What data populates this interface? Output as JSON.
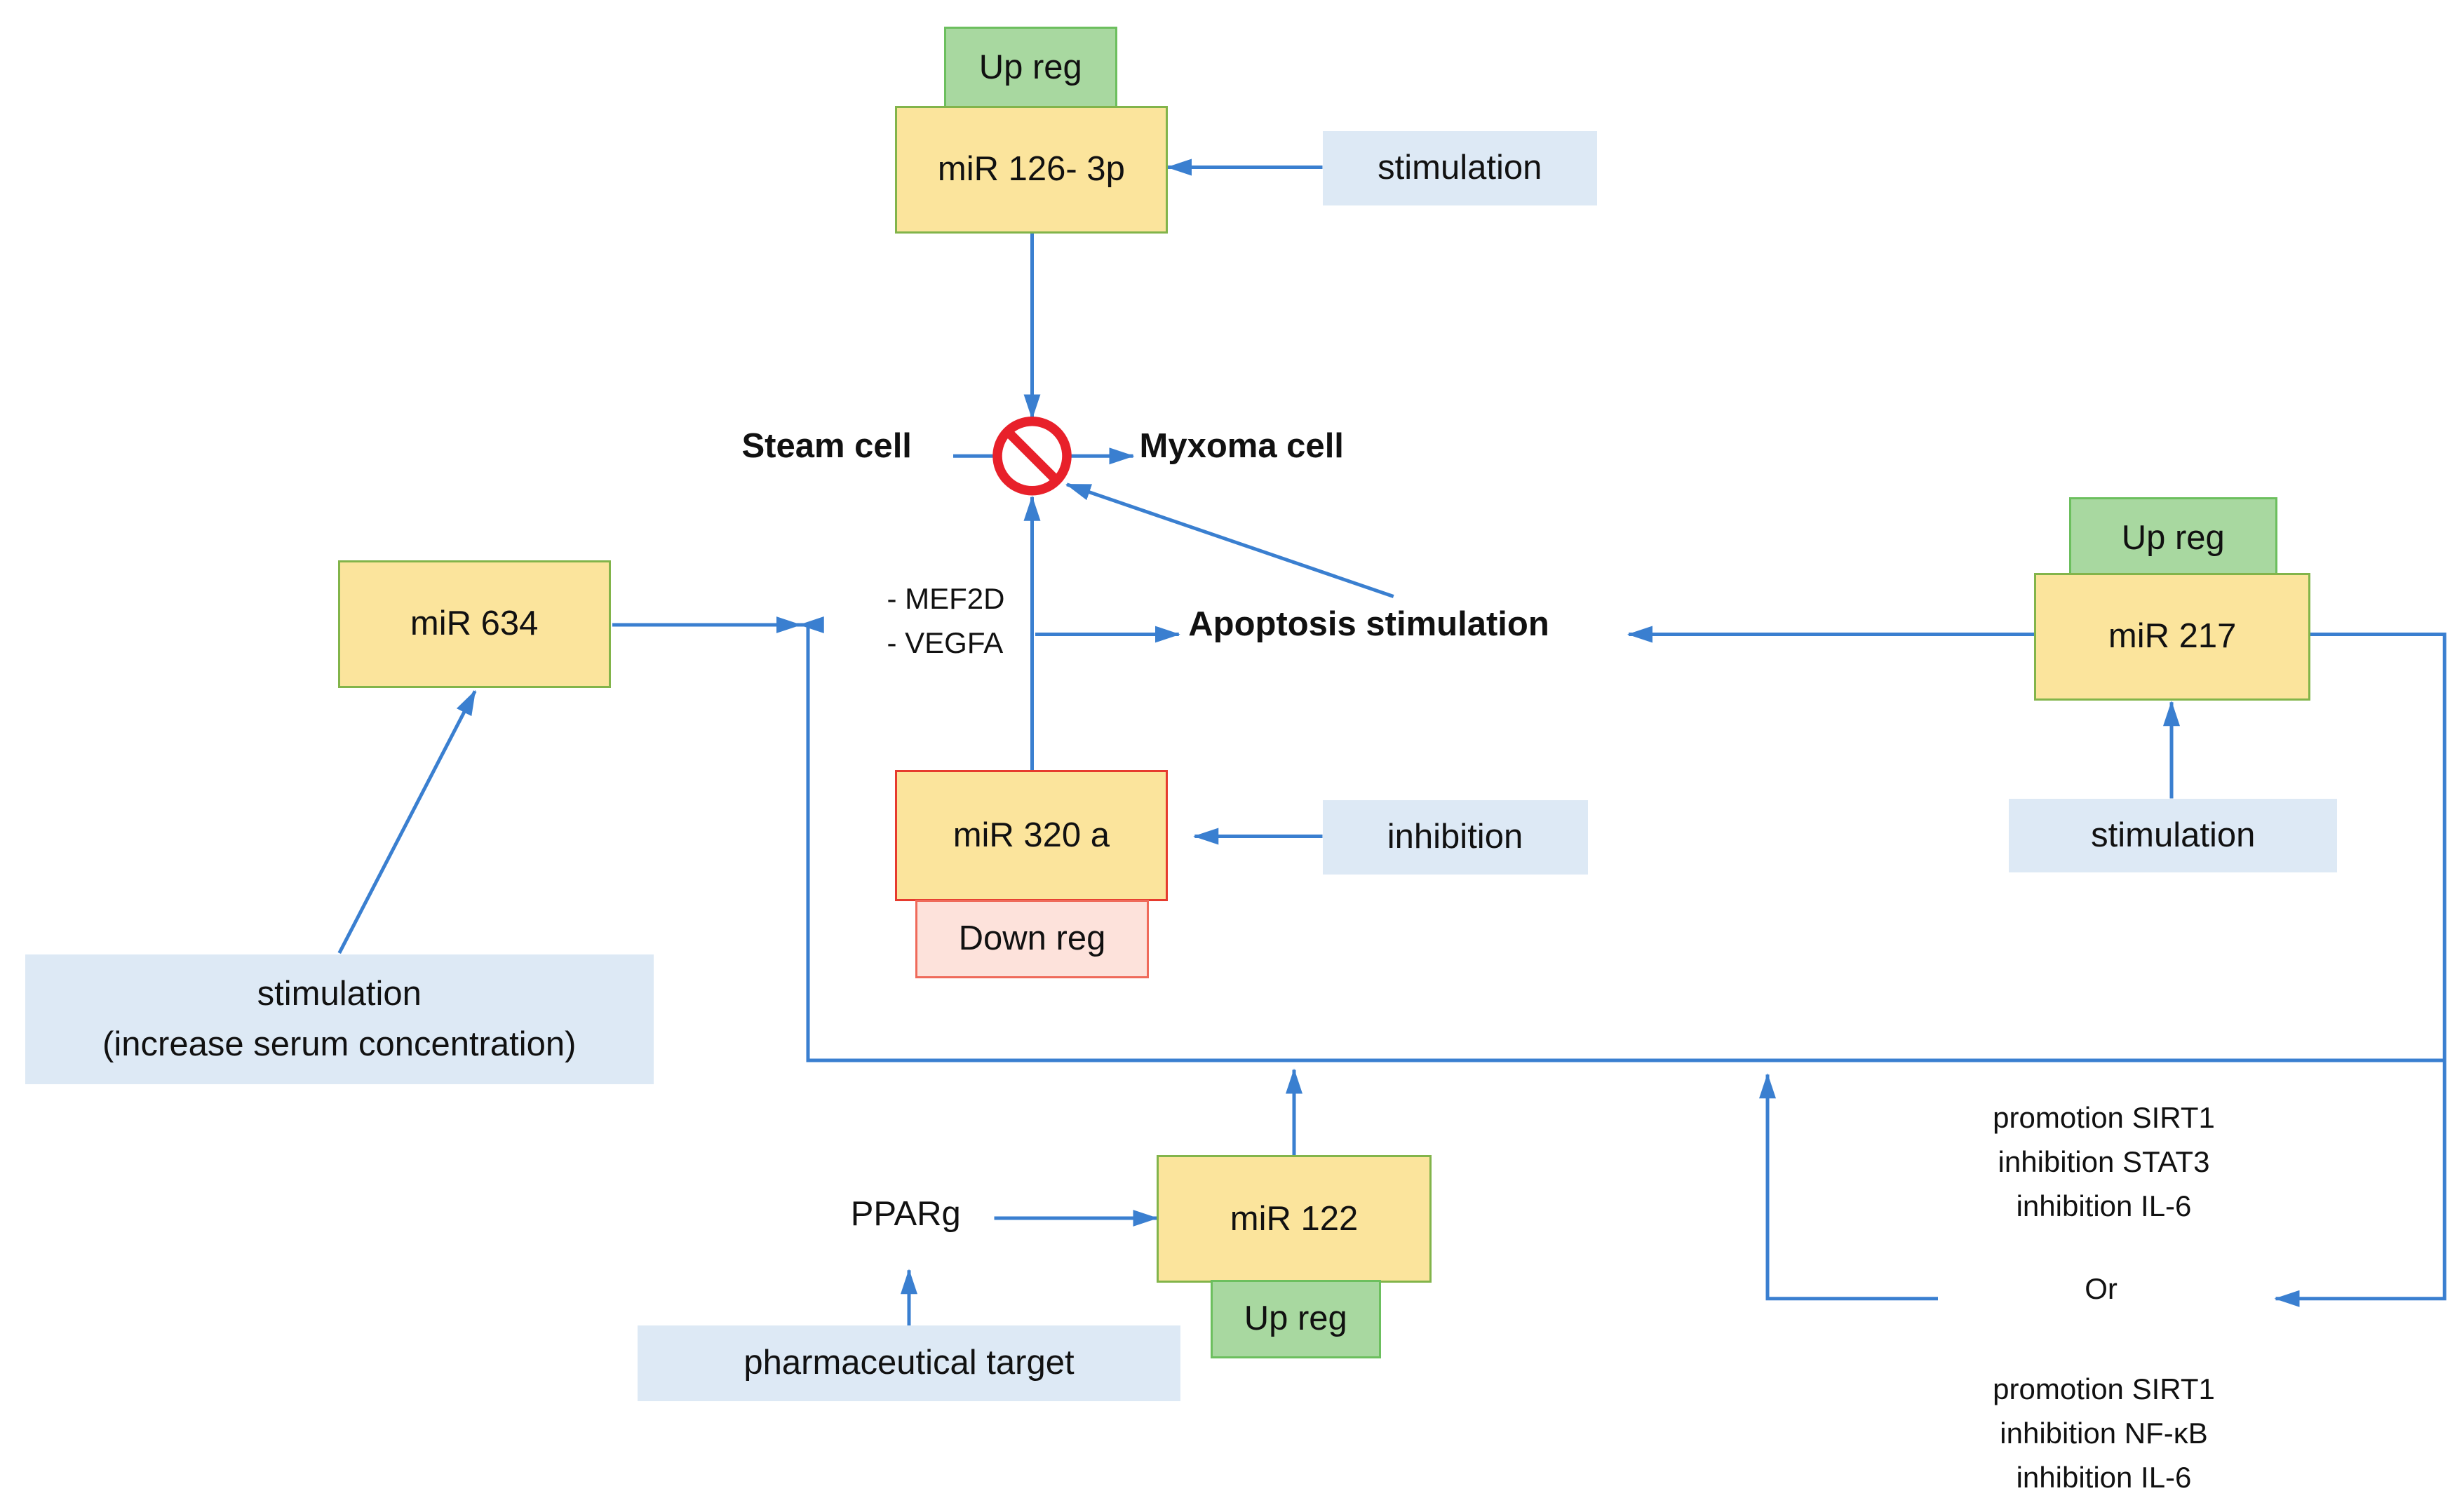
{
  "nodes": {
    "mir126": "miR 126- 3p",
    "mir126_reg": "Up reg",
    "mir126_stim": "stimulation",
    "steam_cell": "Steam cell",
    "myxoma_cell": "Myxoma cell",
    "mir634": "miR 634",
    "mir634_stim_line1": "stimulation",
    "mir634_stim_line2": "(increase  serum concentration)",
    "targets_line1": "- MEF2D",
    "targets_line2": "- VEGFA",
    "apoptosis": "Apoptosis stimulation",
    "mir217": "miR 217",
    "mir217_reg": "Up reg",
    "mir217_stim": "stimulation",
    "mir320": "miR 320 a",
    "mir320_reg": "Down reg",
    "mir320_inh": "inhibition",
    "pparg": "PPARg",
    "pharma": "pharmaceutical target",
    "mir122": "miR 122",
    "mir122_reg": "Up reg",
    "pathway_a": [
      "promotion SIRT1",
      "inhibition STAT3",
      "inhibition IL-6"
    ],
    "or_label": "Or",
    "pathway_b": [
      "promotion SIRT1",
      "inhibition NF-κB",
      "inhibition IL-6"
    ]
  },
  "colors": {
    "arrow": "#3a7fd0",
    "mir_fill": "#fbe49c",
    "up_fill": "#a8d8a0",
    "down_fill": "#fde2db",
    "context_fill": "#dde9f5",
    "block_symbol": "#e8202a"
  },
  "icons": {
    "block": "no-entry-icon"
  }
}
